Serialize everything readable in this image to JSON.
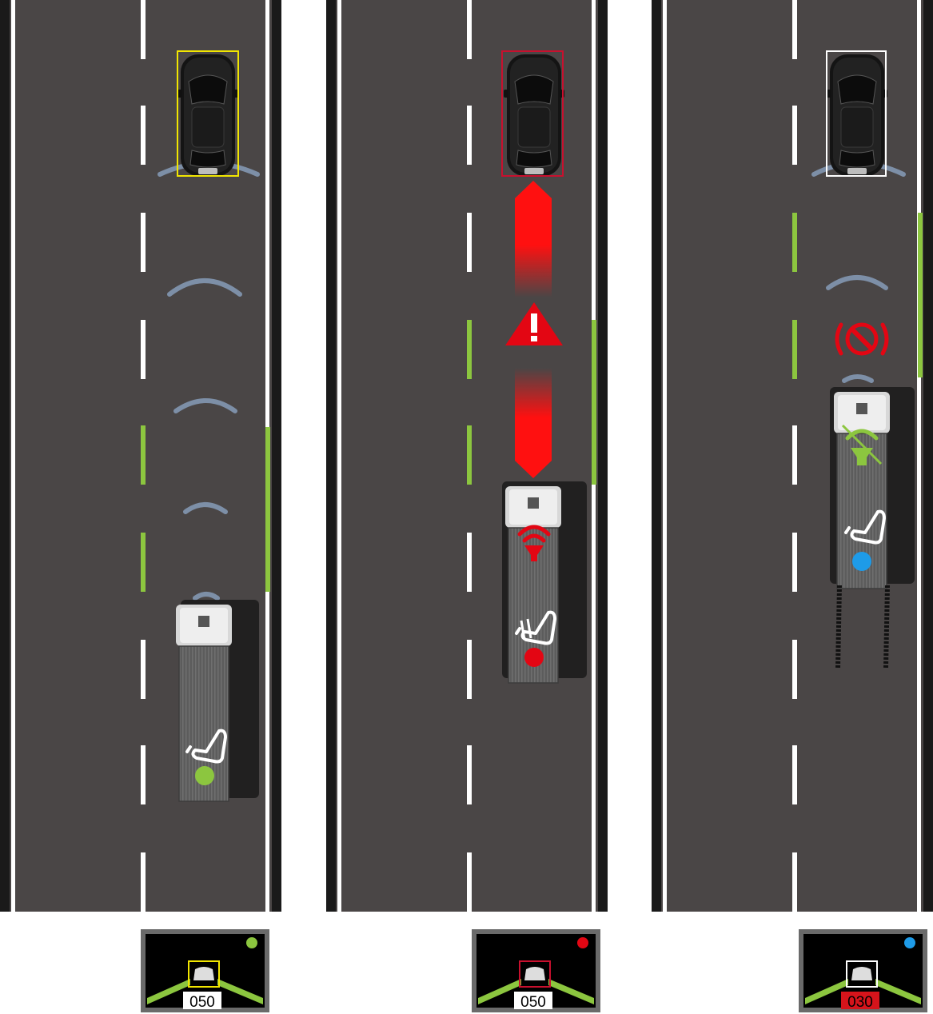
{
  "colors": {
    "road": "#4a4646",
    "edge": "#1a1a1a",
    "lane_white": "#ffffff",
    "lane_green": "#8cc63f",
    "status_green": "#8cc63f",
    "status_red": "#e30613",
    "status_blue": "#1e9be8",
    "target_yellow": "#f2e600",
    "target_red": "#c8102e",
    "target_white": "#ffffff",
    "speed_warning_bg": "#d6141b"
  },
  "panels": [
    {
      "id": "follow",
      "status_color_key": "status_green",
      "target_color_key": "target_yellow",
      "speed_display": {
        "value": "050",
        "background": "#ffffff",
        "text_color": "#000000"
      }
    },
    {
      "id": "warning",
      "status_color_key": "status_red",
      "target_color_key": "target_red",
      "warning_icon": "collision-warning-icon",
      "speed_display": {
        "value": "050",
        "background": "#ffffff",
        "text_color": "#000000"
      }
    },
    {
      "id": "emergency-brake",
      "status_color_key": "status_blue",
      "target_color_key": "target_white",
      "brake_icon": "emergency-brake-icon",
      "speed_display": {
        "value": "030",
        "background": "#d6141b",
        "text_color": "#000000"
      }
    }
  ],
  "icons": [
    "car-icon",
    "truck-icon",
    "seat-icon",
    "radar-icon",
    "collision-warning-icon",
    "emergency-brake-icon",
    "status-dot-icon"
  ]
}
